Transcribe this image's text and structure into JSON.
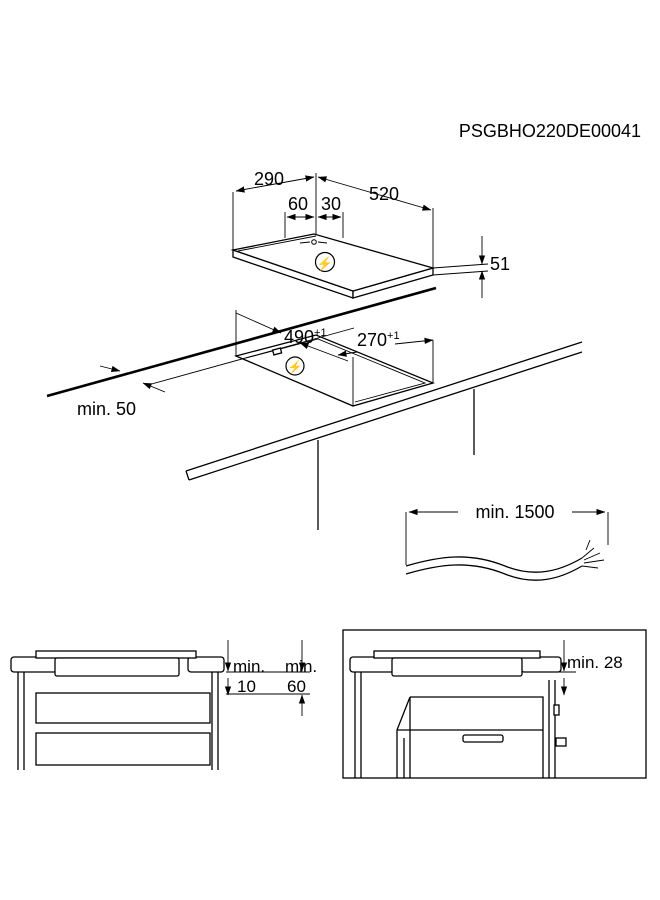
{
  "code": "PSGBHO220DE00041",
  "hob": {
    "width_label": "290",
    "length_label": "520",
    "offset_a_label": "60",
    "offset_b_label": "30",
    "height_label": "51",
    "power_symbol": "⚡"
  },
  "cutout": {
    "length_base": "490",
    "length_sup": "+1",
    "width_base": "270",
    "width_sup": "+1",
    "edge_label": "min. 50",
    "power_symbol": "⚡"
  },
  "cable": {
    "length_label": "min. 1500"
  },
  "bottom_left": {
    "min_a_line1": "min.",
    "min_a_line2": "10",
    "min_b_line1": "min.",
    "min_b_line2": "60"
  },
  "bottom_right": {
    "min_label": "min. 28"
  }
}
